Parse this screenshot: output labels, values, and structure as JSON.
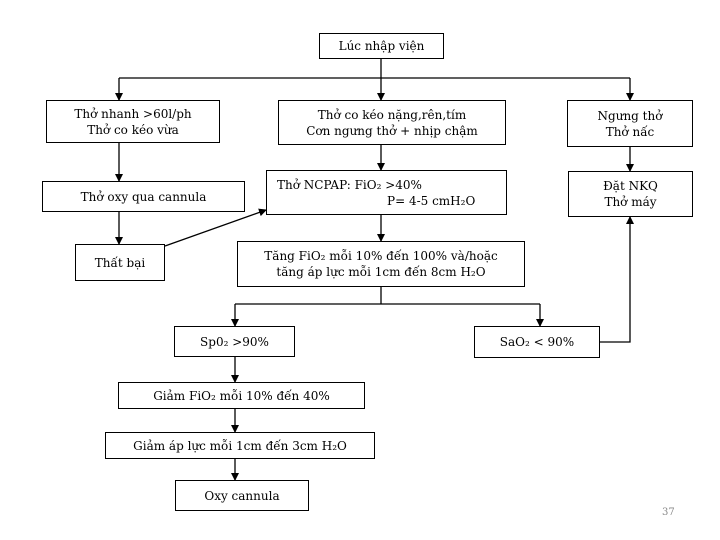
{
  "nodes": {
    "admission": {
      "line1": "Lúc nhập viện"
    },
    "fast_breathing": {
      "line1": "Thở nhanh >60l/ph",
      "line2": "Thở co kéo vừa"
    },
    "severe_retraction": {
      "line1": "Thở co kéo nặng,rên,tím",
      "line2": "Cơn ngưng thở + nhịp chậm"
    },
    "apnea": {
      "line1": "Ngưng thở",
      "line2": "Thở nấc"
    },
    "cannula_oxygen": {
      "line1": "Thở oxy qua cannula"
    },
    "failure": {
      "line1": "Thất bại"
    },
    "ncpap": {
      "line1": "Thở NCPAP: FiO₂ >40%",
      "line2": "P= 4-5 cmH₂O"
    },
    "intubation": {
      "line1": "Đặt NKQ",
      "line2": "Thở máy"
    },
    "increase": {
      "line1": "Tăng FiO₂ mỗi 10% đến 100% và/hoặc",
      "line2": "tăng áp lực mỗi 1cm đến 8cm H₂O"
    },
    "spo2_high": {
      "line1": "Sp0₂ >90%"
    },
    "sao2_low": {
      "line1": "SaO₂ < 90%"
    },
    "reduce_fio2": {
      "line1": "Giảm FiO₂ mỗi 10% đến 40%"
    },
    "reduce_pressure": {
      "line1": "Giảm áp lực mỗi 1cm đến 3cm H₂O"
    },
    "oxy_cannula": {
      "line1": "Oxy cannula"
    }
  },
  "page_number": "37"
}
